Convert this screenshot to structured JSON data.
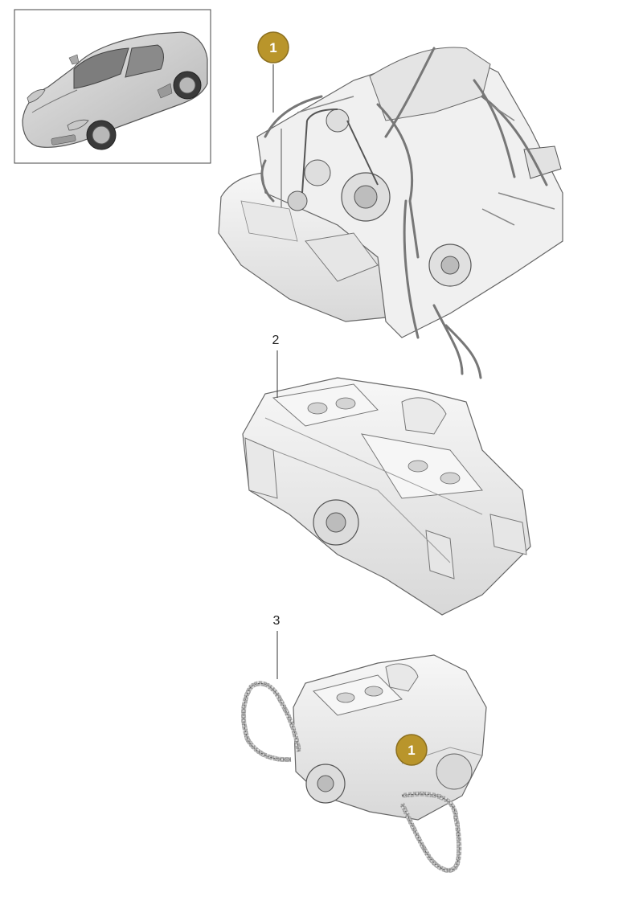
{
  "colors": {
    "background": "#ffffff",
    "badge_fill": "#b9952b",
    "badge_stroke": "#8c7020",
    "part_fill": "#eeeeee",
    "part_stroke": "#666666",
    "leader": "#333333"
  },
  "thumbnail": {
    "icon": "car-icon"
  },
  "callouts": {
    "item1_top": {
      "label": "1",
      "highlighted": true
    },
    "item2": {
      "label": "2",
      "highlighted": false
    },
    "item3": {
      "label": "3",
      "highlighted": false
    },
    "item1_bottom": {
      "label": "1",
      "highlighted": true
    }
  }
}
